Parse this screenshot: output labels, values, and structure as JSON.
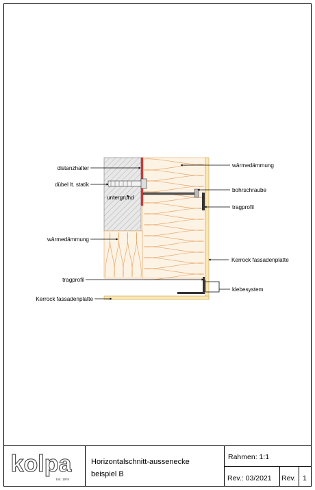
{
  "drawing": {
    "labels": {
      "distanzhalter": "distanzhalter",
      "duebel": "dübel lt. statik",
      "untergrund": "untergrund",
      "waermedaemmung_right": "wärmedämmung",
      "bohrschraube": "bohrschraube",
      "tragprofil_right": "tragprofil",
      "waermedaemmung_left": "wärmedämmung",
      "kerrock_right": "Kerrock fassadenplatte",
      "tragprofil_left": "tragprofil",
      "klebesystem": "klebesystem",
      "kerrock_left": "Kerrock fassadenplatte"
    }
  },
  "title_block": {
    "logo_text": "kolpa",
    "logo_est": "Est. 1976",
    "title_line1": "Horizontalschnitt-aussenecke",
    "title_line2": "beispiel B",
    "scale": "Rahmen: 1:1",
    "rev_date": "Rev.: 03/2021",
    "rev_label": "Rev.",
    "rev_number": "1"
  },
  "colors": {
    "insulation_fill": "#fdf3e4",
    "insulation_line": "#e8a56a",
    "panel_fill": "#fbe7b4",
    "panel_edge": "#c8a24f",
    "substrate_fill": "#e6e6e6",
    "spacer_red": "#d04040"
  }
}
